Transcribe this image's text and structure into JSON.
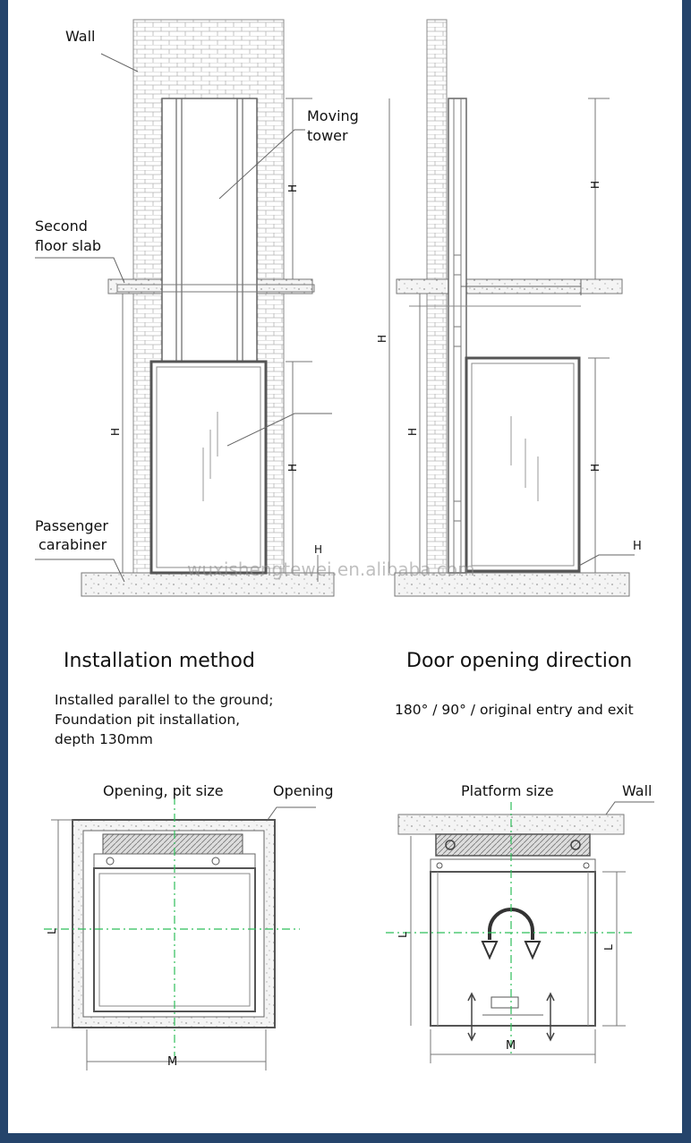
{
  "labels": {
    "wall_top": "Wall",
    "moving_tower_1": "Moving",
    "moving_tower_2": "tower",
    "second_floor_1": "Second",
    "second_floor_2": "floor slab",
    "passenger_1": "Passenger",
    "passenger_2": "carabiner",
    "opening_pit": "Opening, pit size",
    "opening": "Opening",
    "platform_size": "Platform size",
    "wall_bottom": "Wall"
  },
  "dimensions": {
    "h": "H",
    "l": "L",
    "m": "M"
  },
  "watermark": "wuxishengtewei.en.alibaba.com",
  "sections": {
    "install_title": "Installation method",
    "install_line1": "Installed parallel to the ground;",
    "install_line2": "Foundation pit installation,",
    "install_line3": "depth 130mm",
    "door_title": "Door opening direction",
    "door_desc": "180° / 90° / original entry and exit"
  },
  "colors": {
    "background": "#25446b",
    "panel": "#ffffff",
    "line": "#555555",
    "centerline": "#2fbf5a"
  }
}
